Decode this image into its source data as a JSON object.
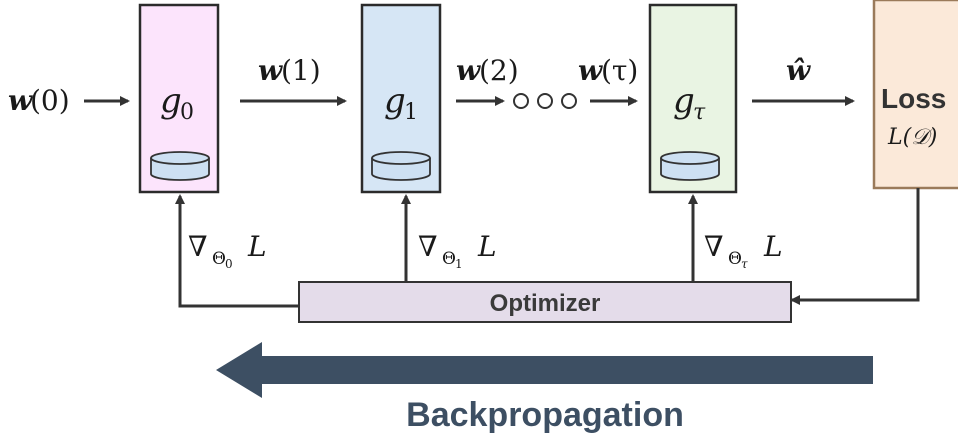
{
  "input_label": "w(0)",
  "input_bold": "w",
  "input_idx": "(0)",
  "blocks": [
    {
      "name": "g",
      "sub": "0",
      "fill": "#fce4fc",
      "stroke": "#2b2b2b"
    },
    {
      "name": "g",
      "sub": "1",
      "fill": "#d6e6f5",
      "stroke": "#2b2b2b"
    },
    {
      "name": "g",
      "sub": "τ",
      "fill": "#e9f4e3",
      "stroke": "#2b2b2b"
    }
  ],
  "edges": [
    {
      "bold": "w",
      "idx": "(1)"
    },
    {
      "bold": "w",
      "idx": "(2)"
    },
    {
      "bold": "w",
      "idx": "(τ)"
    }
  ],
  "ellipsis": "ooo",
  "output_label": "ŵ",
  "loss": {
    "title": "Loss",
    "formula": "L(𝒟)",
    "fill": "#fbe9d9",
    "stroke": "#9a7a5a"
  },
  "gradients": [
    {
      "nabla": "∇",
      "sub": "Θ",
      "subsub": "0",
      "L": "L"
    },
    {
      "nabla": "∇",
      "sub": "Θ",
      "subsub": "1",
      "L": "L"
    },
    {
      "nabla": "∇",
      "sub": "Θ",
      "subsub": "τ",
      "L": "L"
    }
  ],
  "optimizer": {
    "label": "Optimizer",
    "fill": "#e4dcea",
    "stroke": "#333333"
  },
  "backprop": {
    "label": "Backpropagation",
    "color": "#3d4f63"
  },
  "colors": {
    "arrow": "#333333",
    "text": "#1a1a1a",
    "optimizer_text": "#3a3a3a"
  }
}
